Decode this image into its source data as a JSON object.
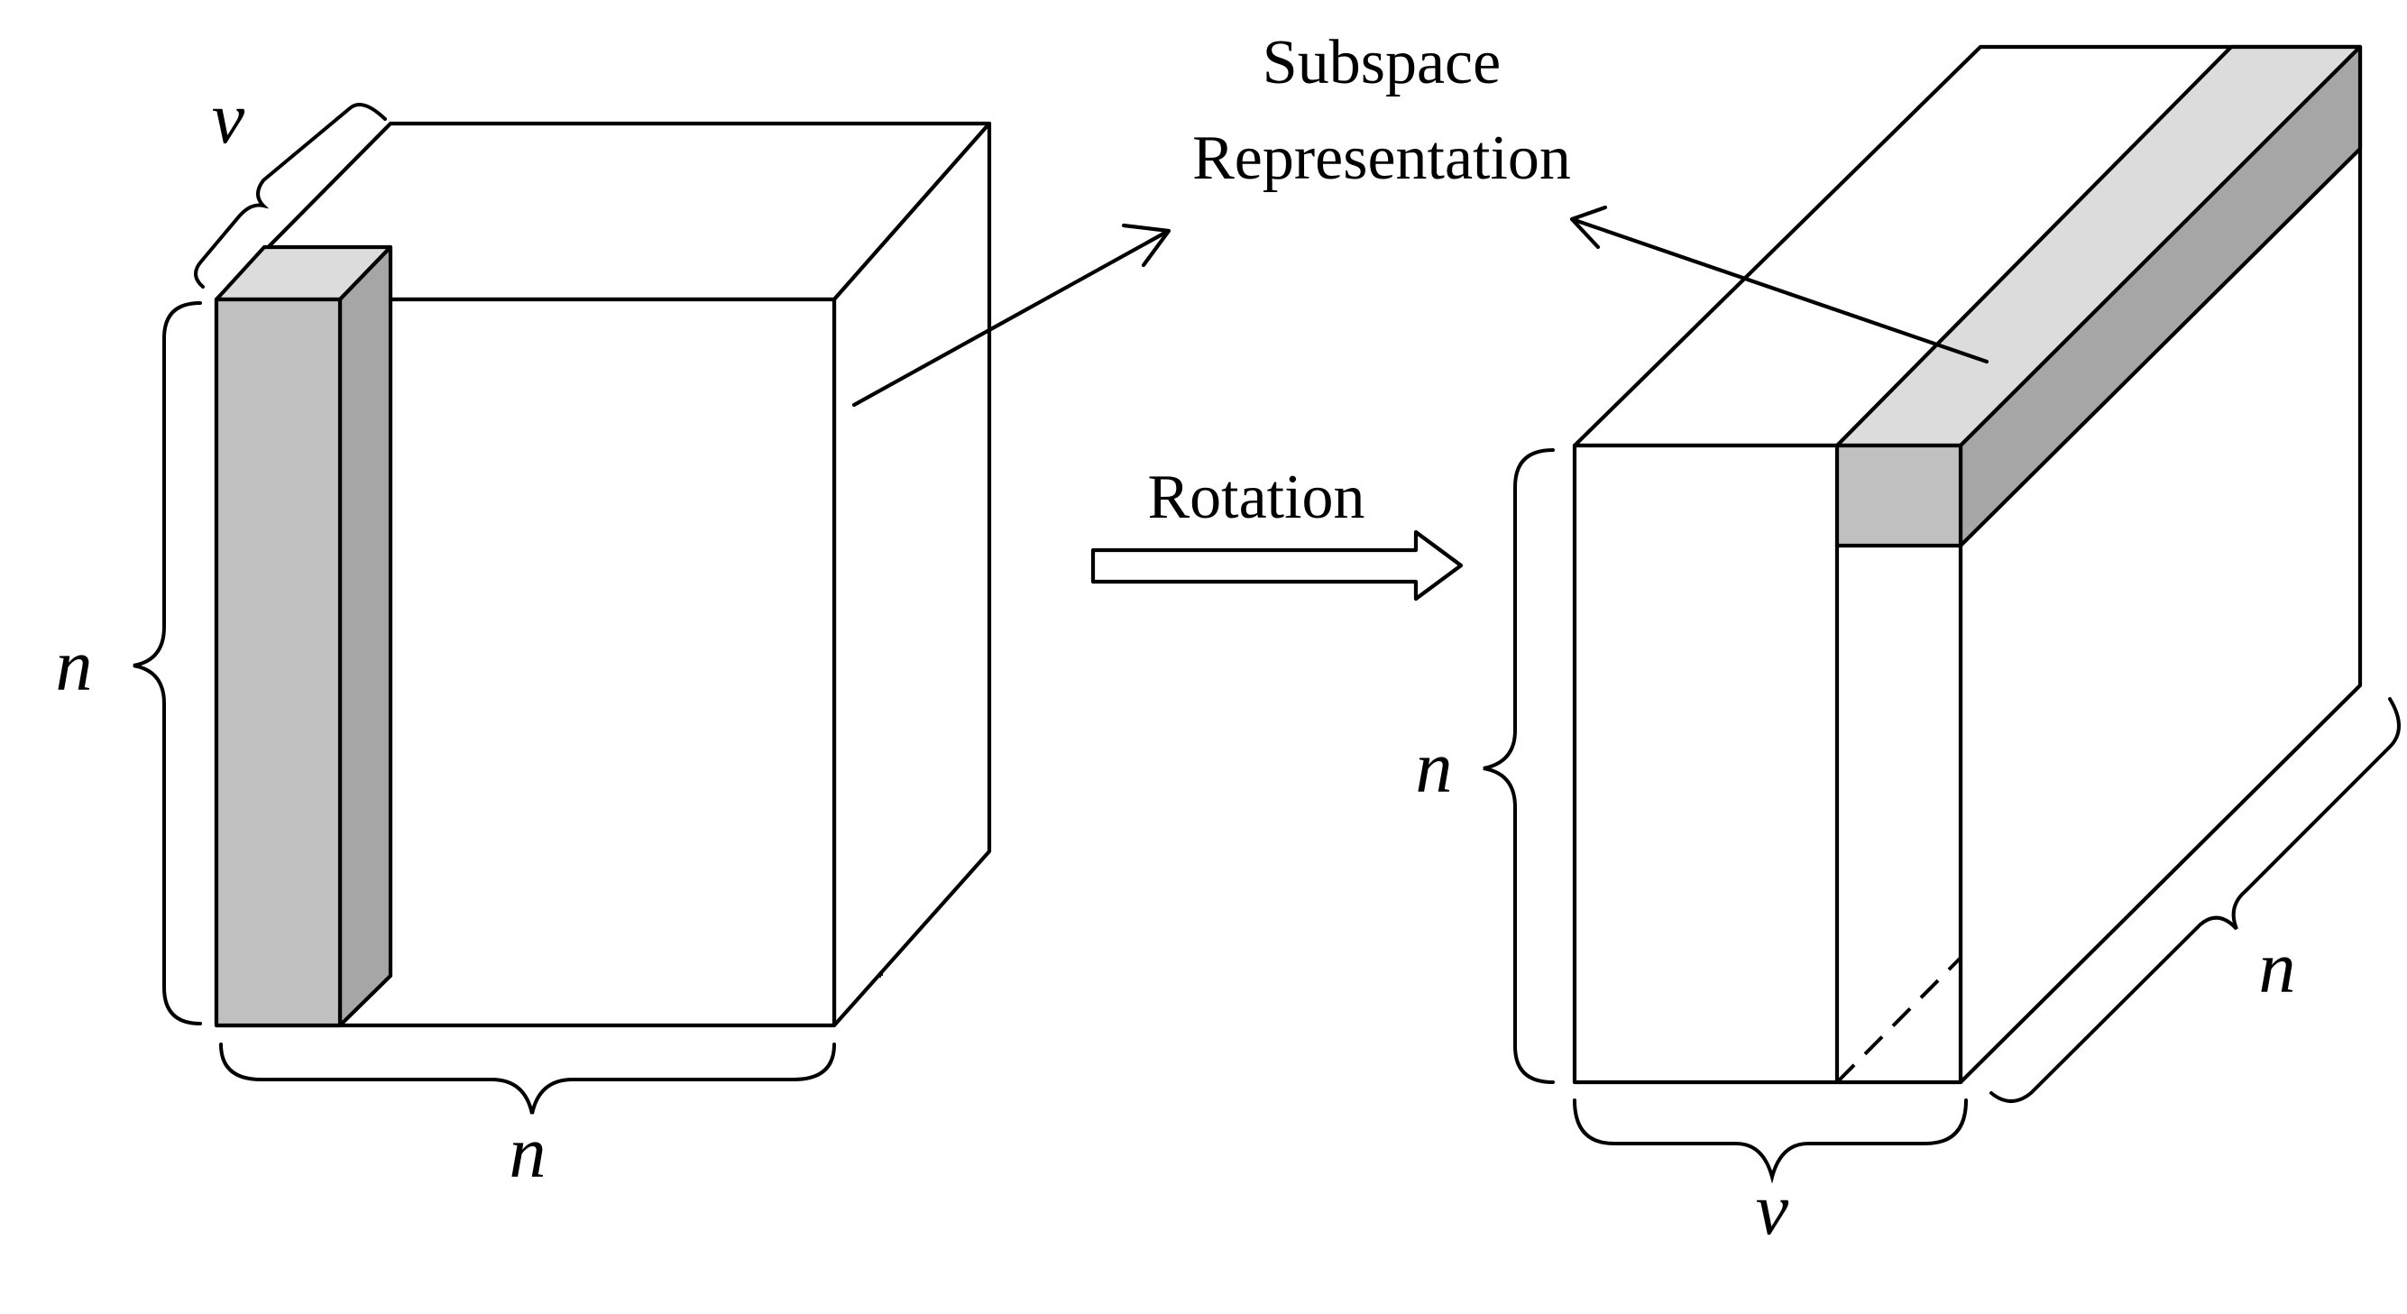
{
  "labels": {
    "subspace_line1": "Subspace",
    "subspace_line2": "Representation",
    "rotation": "Rotation",
    "left_v": "v",
    "left_n_height": "n",
    "left_n_width": "n",
    "right_n_height": "n",
    "right_n_depth": "n",
    "right_v": "v"
  },
  "colors": {
    "slice_light": "#dcdcdc",
    "slice_mid": "#c0c0c0",
    "slice_dark": "#a6a6a6",
    "line": "#000000",
    "background": "#ffffff"
  }
}
